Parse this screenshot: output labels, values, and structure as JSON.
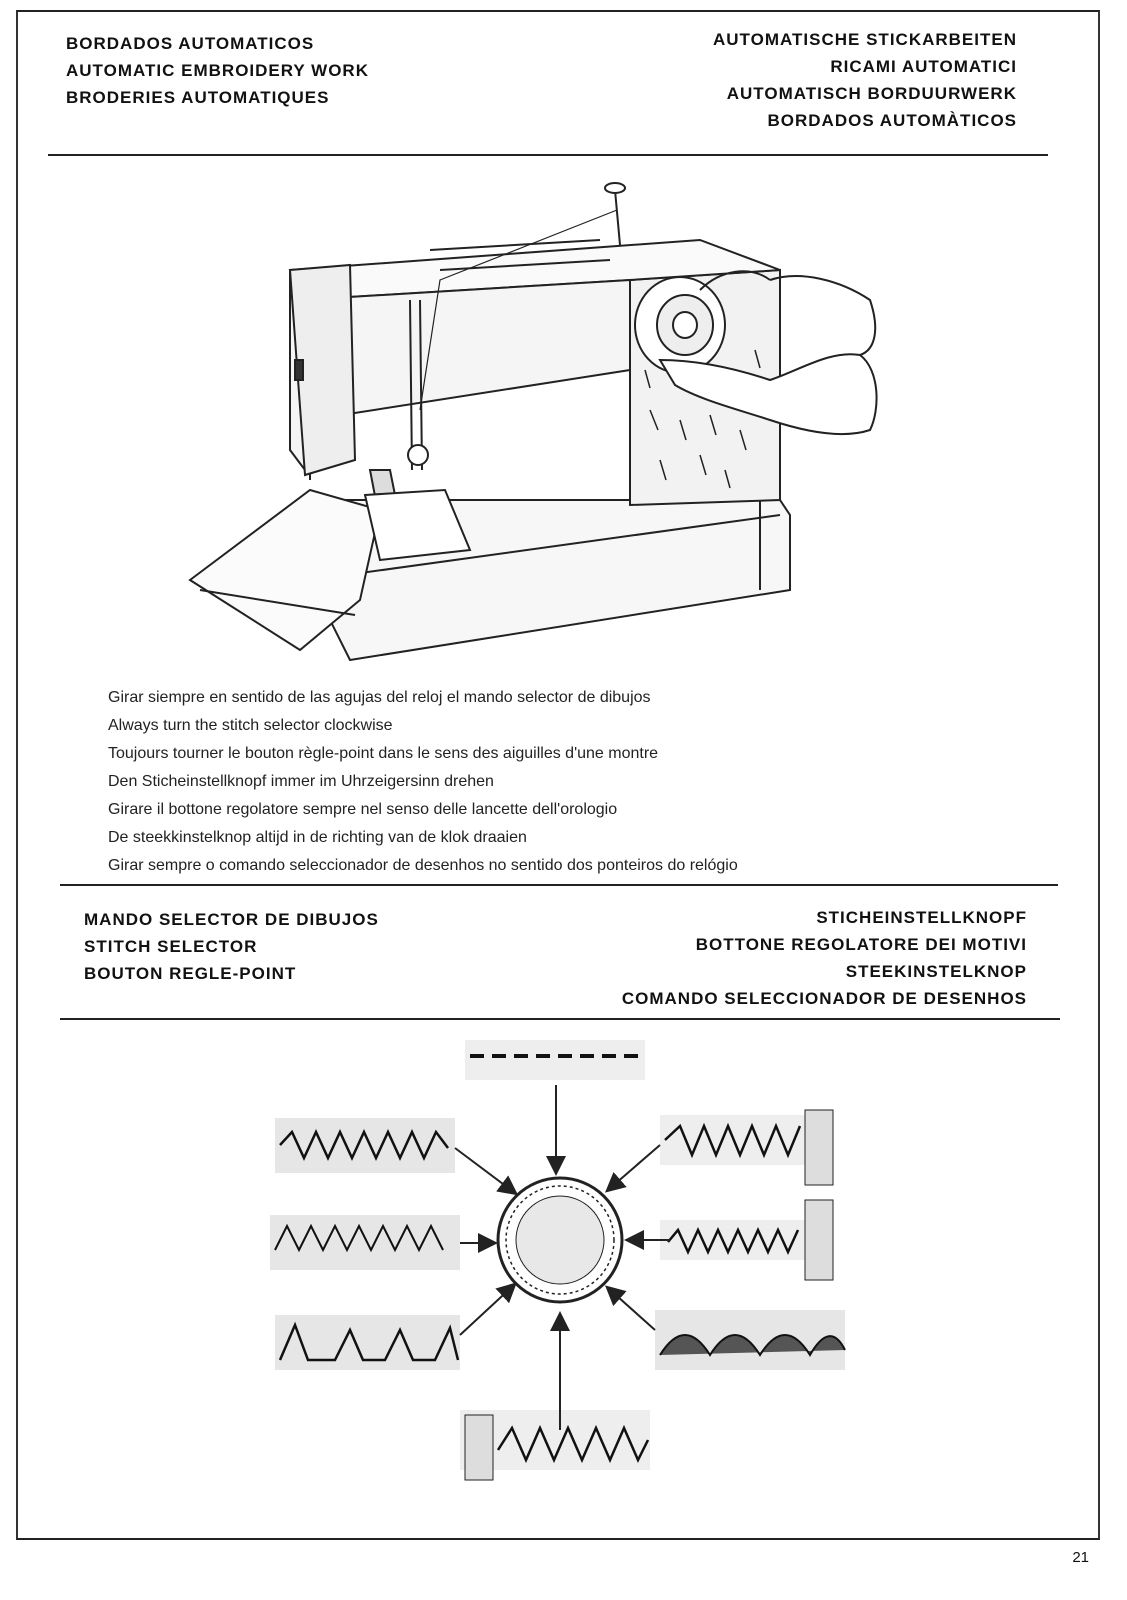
{
  "top_header": {
    "left": [
      "BORDADOS AUTOMATICOS",
      "AUTOMATIC EMBROIDERY WORK",
      "BRODERIES AUTOMATIQUES"
    ],
    "right": [
      "AUTOMATISCHE STICKARBEITEN",
      "RICAMI AUTOMATICI",
      "AUTOMATISCH BORDUURWERK",
      "BORDADOS AUTOMÀTICOS"
    ]
  },
  "instructions": [
    "Girar siempre en sentido de las agujas del reloj el mando selector de dibujos",
    "Always turn the stitch selector clockwise",
    "Toujours tourner le bouton règle-point dans le sens des aiguilles d'une montre",
    "Den Sticheinstellknopf immer im Uhrzeigersinn drehen",
    "Girare il bottone regolatore sempre nel senso delle lancette dell'orologio",
    "De steekkinstelknop altijd in de richting van de klok draaien",
    "Girar sempre o comando seleccionador de desenhos no sentido dos ponteiros do relógio"
  ],
  "section_header": {
    "left": [
      "MANDO SELECTOR DE DIBUJOS",
      "STITCH SELECTOR",
      "BOUTON REGLE-POINT"
    ],
    "right": [
      "STICHEINSTELLKNOPF",
      "BOTTONE REGOLATORE DEI MOTIVI",
      "STEEKINSTELKNOP",
      "COMANDO SELECCIONADOR DE DESENHOS"
    ]
  },
  "illustrations": {
    "machine": "sewing-machine-illustration",
    "selector": "stitch-selector-diagram"
  },
  "page_number": "21"
}
